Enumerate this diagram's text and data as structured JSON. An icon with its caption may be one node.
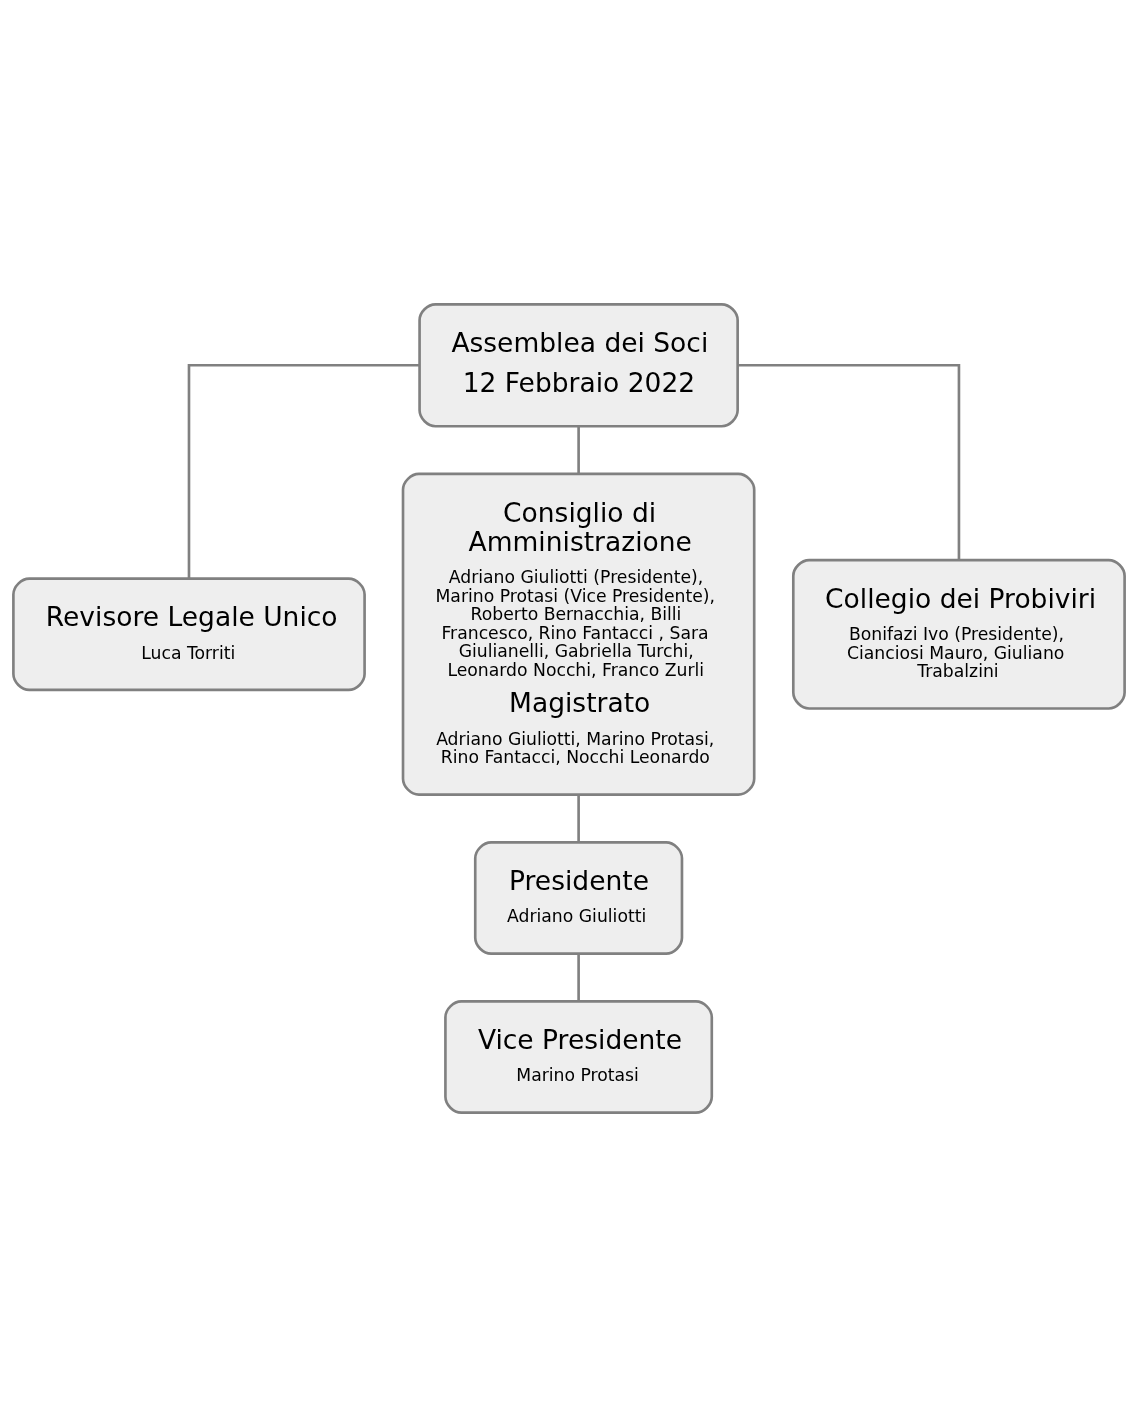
{
  "diagram": {
    "nodes": [
      {
        "text": [
          "Assemblea dei Soci",
          "12 Febbraio 2022"
        ]
      },
      {
        "text": [
          "Revisore Legale Unico",
          "Luca Torriti"
        ]
      },
      {
        "text": [
          "Consiglio di Amministrazione",
          "Adriano Giuliotti (Presidente), Marino Protasi (Vice Presidente), Roberto Bernacchia, Billi Francesco, Rino Fantacci , Sara Giulianelli, Gabriella Turchi, Leonardo Nocchi, Franco Zurli",
          "Magistrato",
          "Adriano Giuliotti, Marino Protasi, Rino Fantacci, Nocchi Leonardo"
        ]
      },
      {
        "text": [
          "Collegio dei Probiviri",
          "Bonifazi Ivo (Presidente), Cianciosi Mauro, Giuliano Trabalzini"
        ]
      },
      {
        "text": [
          "Presidente",
          "Adriano Giuliotti"
        ]
      },
      {
        "text": [
          "Vice Presidente",
          "Marino Protasi"
        ]
      }
    ],
    "edges": [
      {
        "from": 0,
        "to": 1,
        "arrow": "none"
      },
      {
        "from": 0,
        "to": 2,
        "arrow": "none"
      },
      {
        "from": 0,
        "to": 3,
        "arrow": "none"
      },
      {
        "from": 2,
        "to": 4,
        "arrow": "none"
      },
      {
        "from": 4,
        "to": 5,
        "arrow": "none"
      }
    ]
  }
}
